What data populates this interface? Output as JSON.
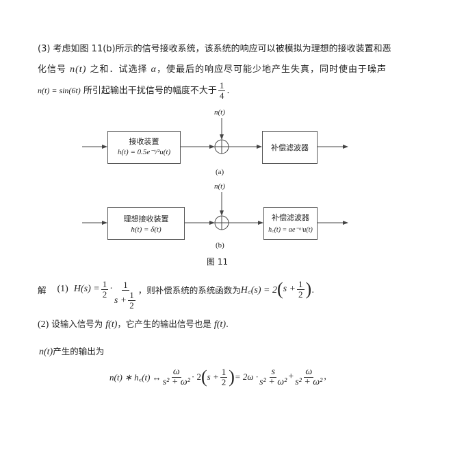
{
  "problem": {
    "line1": "(3) 考虑如图  11(b)所示的信号接收系统，该系统的响应可以被模拟为理想的接收装置和恶",
    "line2_a": "化信号 ",
    "line2_math": "n(t)",
    "line2_b": " 之和．试选择 ",
    "line2_alpha": "α",
    "line2_c": "，使最后的响应尽可能少地产生失真，同时使由于噪声",
    "line3_math": "n(t) = sin(6t)",
    "line3_a": " 所引起输出干扰信号的幅度不大于",
    "line3_num": "1",
    "line3_den": "4",
    "line3_end": "."
  },
  "figure": {
    "a": {
      "noise": "n(t)",
      "box1_title": "接收装置",
      "box1_formula": "h(t) = 0.5e⁻ᵗ/²u(t)",
      "box2_title": "补偿滤波器",
      "label": "(a)"
    },
    "b": {
      "noise": "n(t)",
      "box1_title": "理想接收装置",
      "box1_formula": "h(t) = δ(t)",
      "box2_title": "补偿滤波器",
      "box2_formula": "h꜀(t) = αe⁻ᵅᵗu(t)",
      "label": "(b)"
    },
    "caption": "图 11"
  },
  "solution": {
    "prefix": "解",
    "p1_label": "(1)",
    "p1_H": "H(s) =",
    "p1_f1n": "1",
    "p1_f1d": "2",
    "p1_dot": "·",
    "p1_f2n": "1",
    "p1_f2d_a": "s +",
    "p1_f2d_n": "1",
    "p1_f2d_d": "2",
    "p1_text": "，则补偿系统的系统函数为",
    "p1_Hc": "H꜀(s) = 2",
    "p1_s": "s +",
    "p1_hn": "1",
    "p1_hd": "2",
    "p1_end": ".",
    "p2_label": "(2)",
    "p2_a": " 设输入信号为 ",
    "p2_f": "f(t)",
    "p2_b": "，它产生的输出信号也是 ",
    "p2_f2": "f(t)",
    "p2_end": ".",
    "p3_math": "n(t)",
    "p3_text": "产生的输出为",
    "eq_lhs": "n(t) ∗ h꜀(t) ↔",
    "eq_f1n": "ω",
    "eq_f1d": "s² + ω²",
    "eq_mid": "· 2",
    "eq_s": "s +",
    "eq_hn": "1",
    "eq_hd": "2",
    "eq_eq": "= 2ω ·",
    "eq_f2n": "s",
    "eq_f2d": "s² + ω²",
    "eq_plus": "+",
    "eq_f3n": "ω",
    "eq_f3d": "s² + ω²",
    "eq_end": ","
  }
}
